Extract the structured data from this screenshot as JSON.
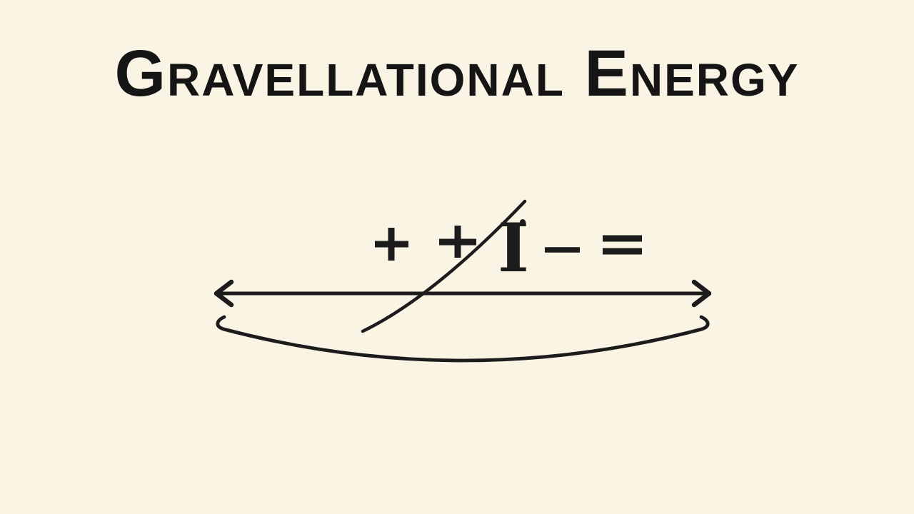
{
  "title": {
    "text": "Gravellational Energy"
  },
  "diagram": {
    "symbols": [
      {
        "name": "plus-sign-1",
        "glyph": "+"
      },
      {
        "name": "plus-sign-2",
        "glyph": "+"
      },
      {
        "name": "letter-i",
        "glyph": "I"
      },
      {
        "name": "minus-sign",
        "glyph": "−"
      },
      {
        "name": "equals-sign",
        "glyph": "="
      }
    ],
    "elements": [
      "double-headed-arrow",
      "diagonal-curve",
      "smile-arc",
      "small-dot-above-letter-i"
    ]
  },
  "colors": {
    "background": "#FAF4E5",
    "ink": "#1C1C1C",
    "title_ink": "#151515"
  }
}
